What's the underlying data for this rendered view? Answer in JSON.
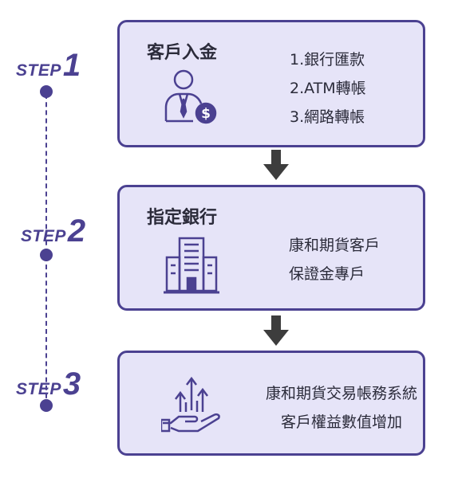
{
  "steps": [
    {
      "word": "STEP",
      "num": "1"
    },
    {
      "word": "STEP",
      "num": "2"
    },
    {
      "word": "STEP",
      "num": "3"
    }
  ],
  "box1": {
    "title": "客戶入金",
    "items": [
      "1.銀行匯款",
      "2.ATM轉帳",
      "3.網路轉帳"
    ],
    "icon": "person-dollar-icon"
  },
  "box2": {
    "title": "指定銀行",
    "items": [
      "康和期貨客戶",
      "保證金專戶"
    ],
    "icon": "building-icon"
  },
  "box3": {
    "items": [
      "康和期貨交易帳務系統",
      "客戶權益數值增加"
    ],
    "icon": "hand-growth-icon"
  },
  "colors": {
    "primary": "#4b4191",
    "box_fill": "#e6e4f8",
    "arrow": "#3d3d3d"
  }
}
